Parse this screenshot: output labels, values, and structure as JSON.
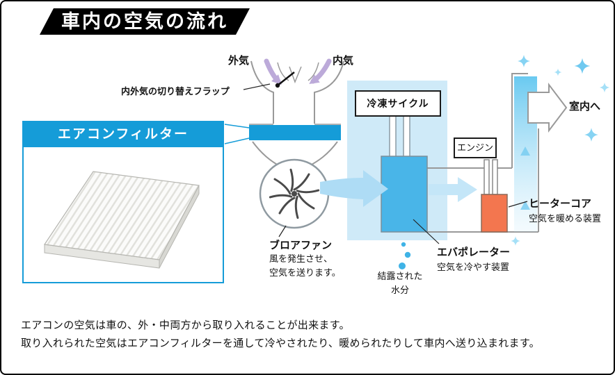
{
  "page": {
    "title": "車内の空気の流れ"
  },
  "diagram": {
    "intake": {
      "outside_air": "外気",
      "inside_air": "内気",
      "flap_label": "内外気の切り替えフラップ"
    },
    "filter_callout": {
      "title": "エアコンフィルター"
    },
    "refrigeration_cycle": {
      "label": "冷凍サイクル"
    },
    "engine": {
      "label": "エンジン"
    },
    "cabin": {
      "label": "室内へ"
    },
    "blower_fan": {
      "label": "ブロアファン",
      "desc_line1": "風を発生させ、",
      "desc_line2": "空気を送ります。"
    },
    "condensation": {
      "line1": "結露された",
      "line2": "水分"
    },
    "evaporator": {
      "label": "エバポレーター",
      "desc": "空気を冷やす装置"
    },
    "heater_core": {
      "label": "ヒーターコア",
      "desc": "空気を暖める装置"
    }
  },
  "footer": {
    "line1": "エアコンの空気は車の、外・中両方から取り入れることが出来ます。",
    "line2": "取り入れられた空気はエアコンフィルターを通して冷やされたり、暖められたりして車内へ送り込まれます。"
  },
  "colors": {
    "accent_blue": "#159cd8",
    "cool_zone_bg": "#cfeaf8",
    "evaporator_blue": "#49b5e8",
    "heater_orange": "#f3764f",
    "airflow_blue": "#aedcf5",
    "sparkle_blue": "#86d3f3",
    "intake_arrow_purple": "#bcaad9"
  }
}
